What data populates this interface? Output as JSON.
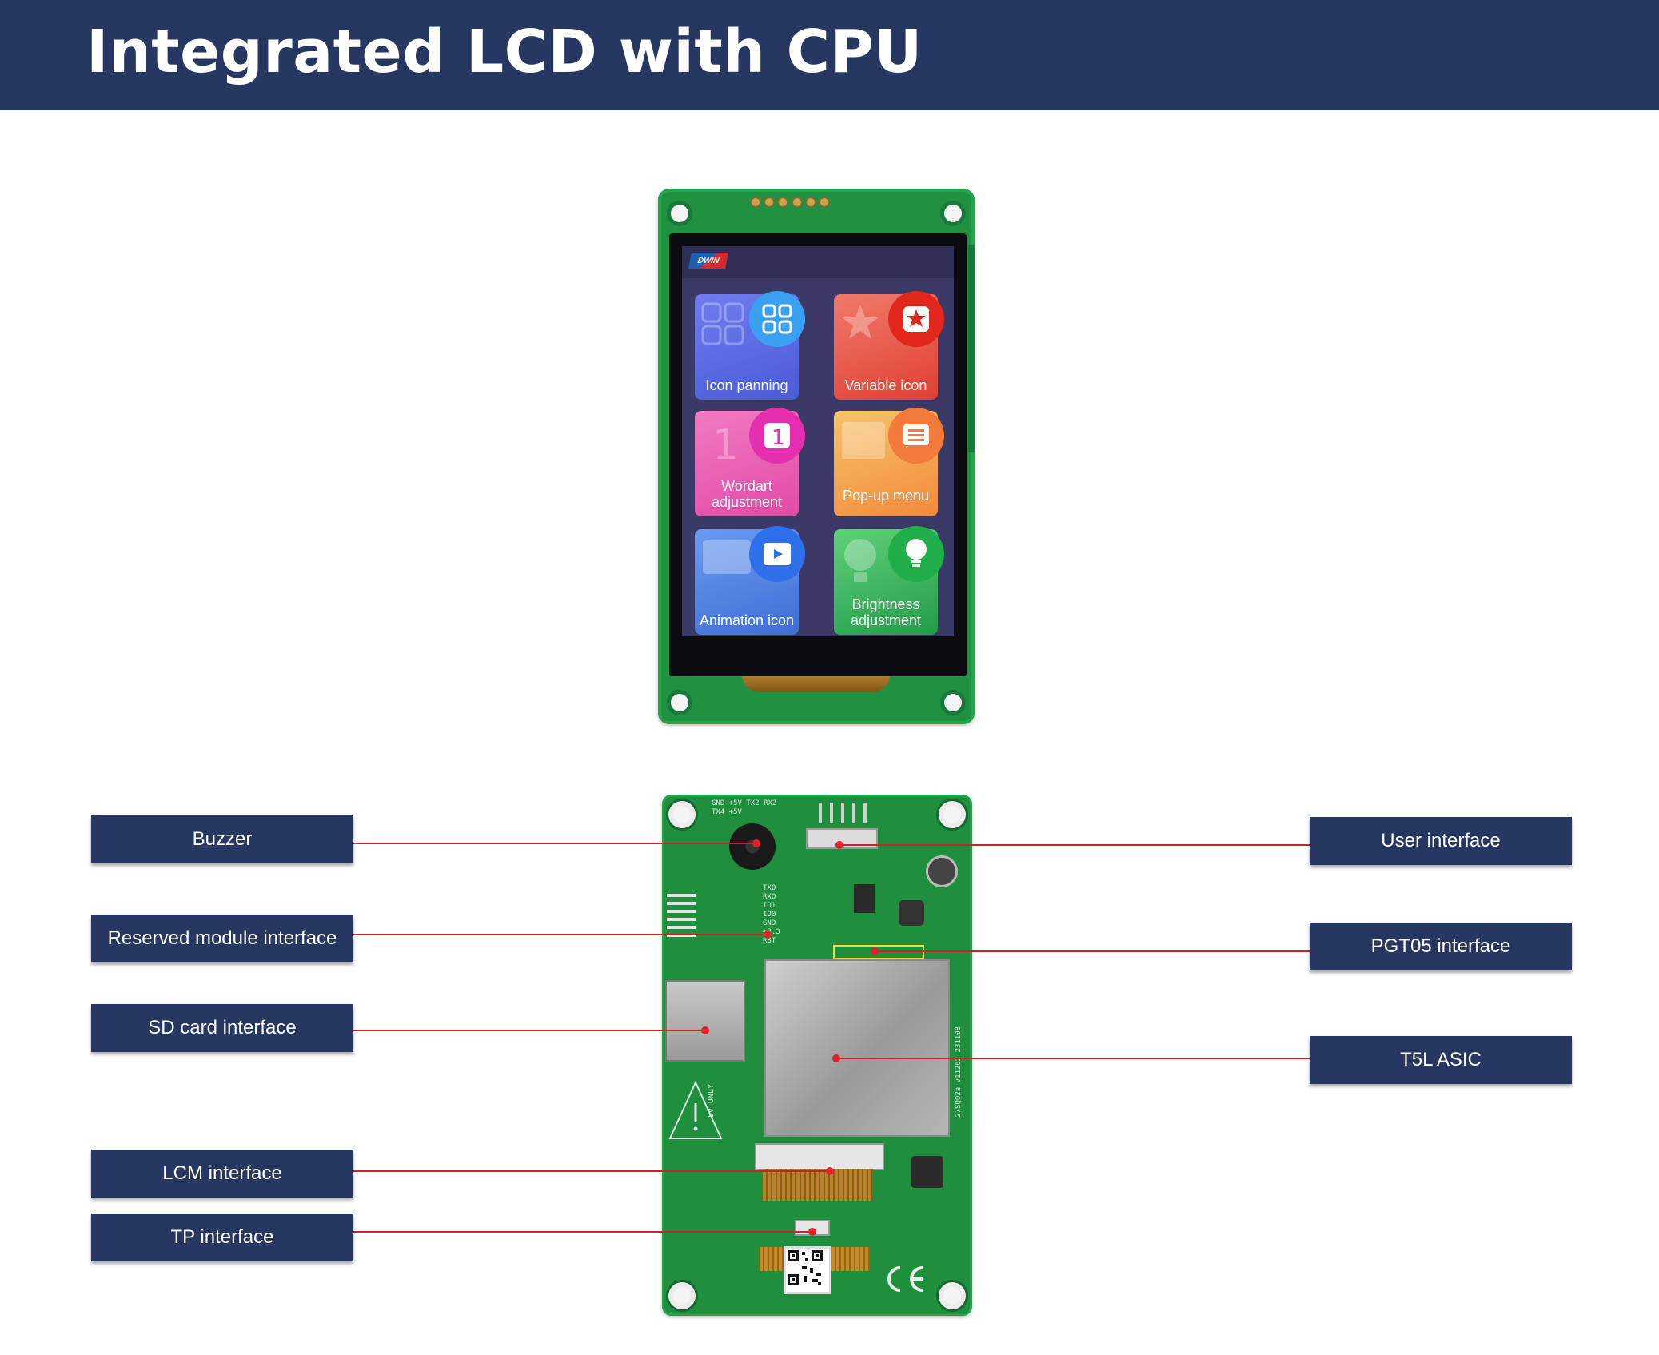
{
  "header": {
    "title": "Integrated LCD with CPU"
  },
  "screen": {
    "brand": "DWIN",
    "tiles": [
      {
        "label": "Icon panning",
        "icon": "grid-icon",
        "color": "#5b6fe0"
      },
      {
        "label": "Variable icon",
        "icon": "star-icon",
        "color": "#e64a3c"
      },
      {
        "label": "Wordart adjustment",
        "icon": "number-one-icon",
        "color": "#e84ca9"
      },
      {
        "label": "Pop-up menu",
        "icon": "popup-menu-icon",
        "color": "#f2913c"
      },
      {
        "label": "Animation icon",
        "icon": "video-icon",
        "color": "#4f7fe0"
      },
      {
        "label": "Brightness adjustment",
        "icon": "lightbulb-icon",
        "color": "#2fb255"
      }
    ]
  },
  "back_board": {
    "silk_header": "GND +5V TX2 RX2 TX4 +5V",
    "silk_reserved": "TXO RXO IO1 IO0 GND +3.3 RST",
    "silk_warning": "5V ONLY",
    "silk_part": "27SQ02a v11262 231108"
  },
  "callouts_left": [
    "Buzzer",
    "Reserved module interface",
    "SD card interface",
    "LCM interface",
    "TP interface"
  ],
  "callouts_right": [
    "User interface",
    "PGT05 interface",
    "T5L ASIC"
  ],
  "colors": {
    "header": "#263761",
    "callout": "#263761",
    "leader": "#c4262b",
    "pcb": "#1f8e3d"
  }
}
